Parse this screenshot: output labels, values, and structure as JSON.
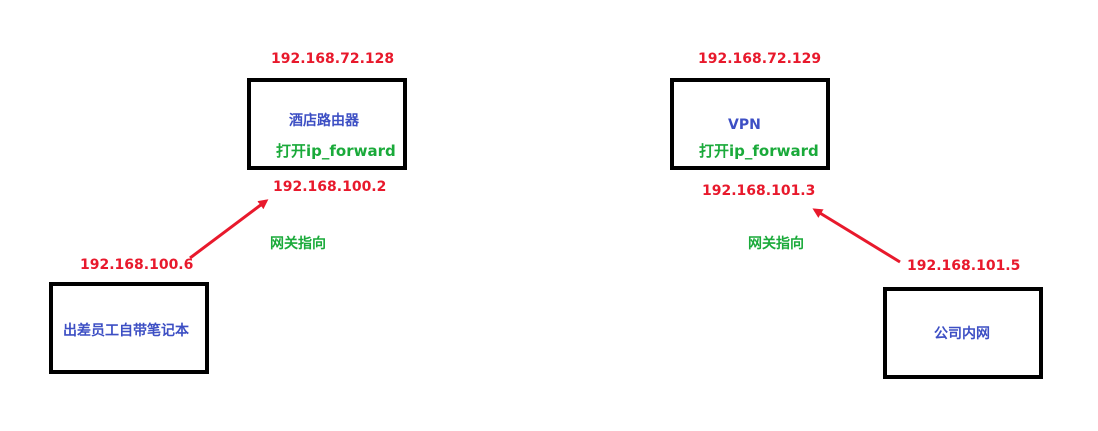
{
  "left": {
    "router_box": {
      "name": "酒店路由器",
      "note": "打开ip_forward"
    },
    "router_ip_top": "192.168.72.128",
    "router_ip_bottom": "192.168.100.2",
    "gateway_label": "网关指向",
    "client_ip": "192.168.100.6",
    "client_box": {
      "name": "出差员工自带笔记本"
    }
  },
  "right": {
    "vpn_box": {
      "name": "VPN",
      "note": "打开ip_forward"
    },
    "vpn_ip_top": "192.168.72.129",
    "vpn_ip_bottom": "192.168.101.3",
    "gateway_label": "网关指向",
    "client_ip": "192.168.101.5",
    "client_box": {
      "name": "公司内网"
    }
  },
  "colors": {
    "ip": "#e8192c",
    "note": "#1aaa3a",
    "box_text": "#3d4fc4",
    "arrow": "#e8192c",
    "border": "#000000"
  }
}
